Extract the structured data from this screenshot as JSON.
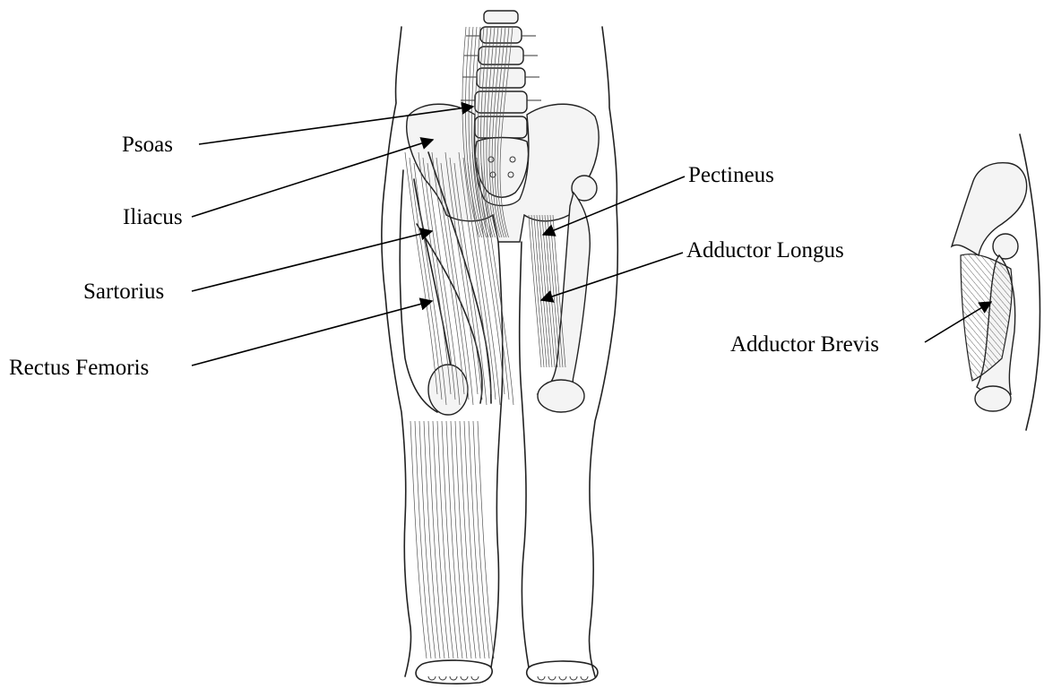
{
  "figure": {
    "left_labels": [
      {
        "key": "psoas",
        "text": "Psoas"
      },
      {
        "key": "iliacus",
        "text": "Iliacus"
      },
      {
        "key": "sartorius",
        "text": "Sartorius"
      },
      {
        "key": "rectus_femoris",
        "text": "Rectus Femoris"
      }
    ],
    "right_labels": [
      {
        "key": "pectineus",
        "text": "Pectineus"
      },
      {
        "key": "adductor_longus",
        "text": "Adductor Longus"
      }
    ],
    "inset_label": {
      "key": "adductor_brevis",
      "text": "Adductor Brevis"
    }
  },
  "colors": {
    "ink": "#000000",
    "outline": "#222222",
    "bone": "#f4f4f4",
    "hatch": "#444444"
  }
}
